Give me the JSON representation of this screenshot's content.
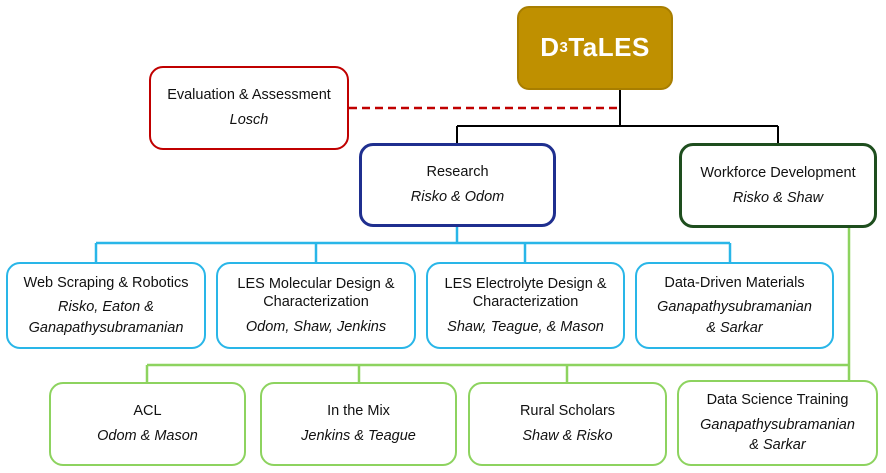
{
  "org": {
    "root": {
      "name_prefix": "D",
      "name_sup": "3",
      "name_suffix": "TaLES"
    },
    "evaluation": {
      "title": "Evaluation & Assessment",
      "members": "Losch"
    },
    "research": {
      "title": "Research",
      "members": "Risko & Odom"
    },
    "workforce": {
      "title": "Workforce Development",
      "members": "Risko & Shaw"
    },
    "research_groups": [
      {
        "title": "Web Scraping & Robotics",
        "members_line1": "Risko, Eaton &",
        "members_line2": "Ganapathysubramanian"
      },
      {
        "title_line1": "LES Molecular Design &",
        "title_line2": "Characterization",
        "members": "Odom, Shaw, Jenkins"
      },
      {
        "title_line1": "LES Electrolyte Design &",
        "title_line2": "Characterization",
        "members": "Shaw, Teague, & Mason"
      },
      {
        "title": "Data-Driven Materials",
        "members_line1": "Ganapathysubramanian",
        "members_line2": "& Sarkar"
      }
    ],
    "workforce_groups": [
      {
        "title": "ACL",
        "members": "Odom & Mason"
      },
      {
        "title": "In the Mix",
        "members": "Jenkins & Teague"
      },
      {
        "title": "Rural Scholars",
        "members": "Shaw & Risko"
      },
      {
        "title": "Data Science Training",
        "members_line1": "Ganapathysubramanian",
        "members_line2": "& Sarkar"
      }
    ]
  },
  "colors": {
    "root_fill": "#BF9000",
    "evaluation_border": "#C00000",
    "research_border": "#1F2F8F",
    "workforce_border": "#1E4E1E",
    "research_group_border": "#29B6E8",
    "workforce_group_border": "#8DD35F",
    "connector": "#000000"
  }
}
